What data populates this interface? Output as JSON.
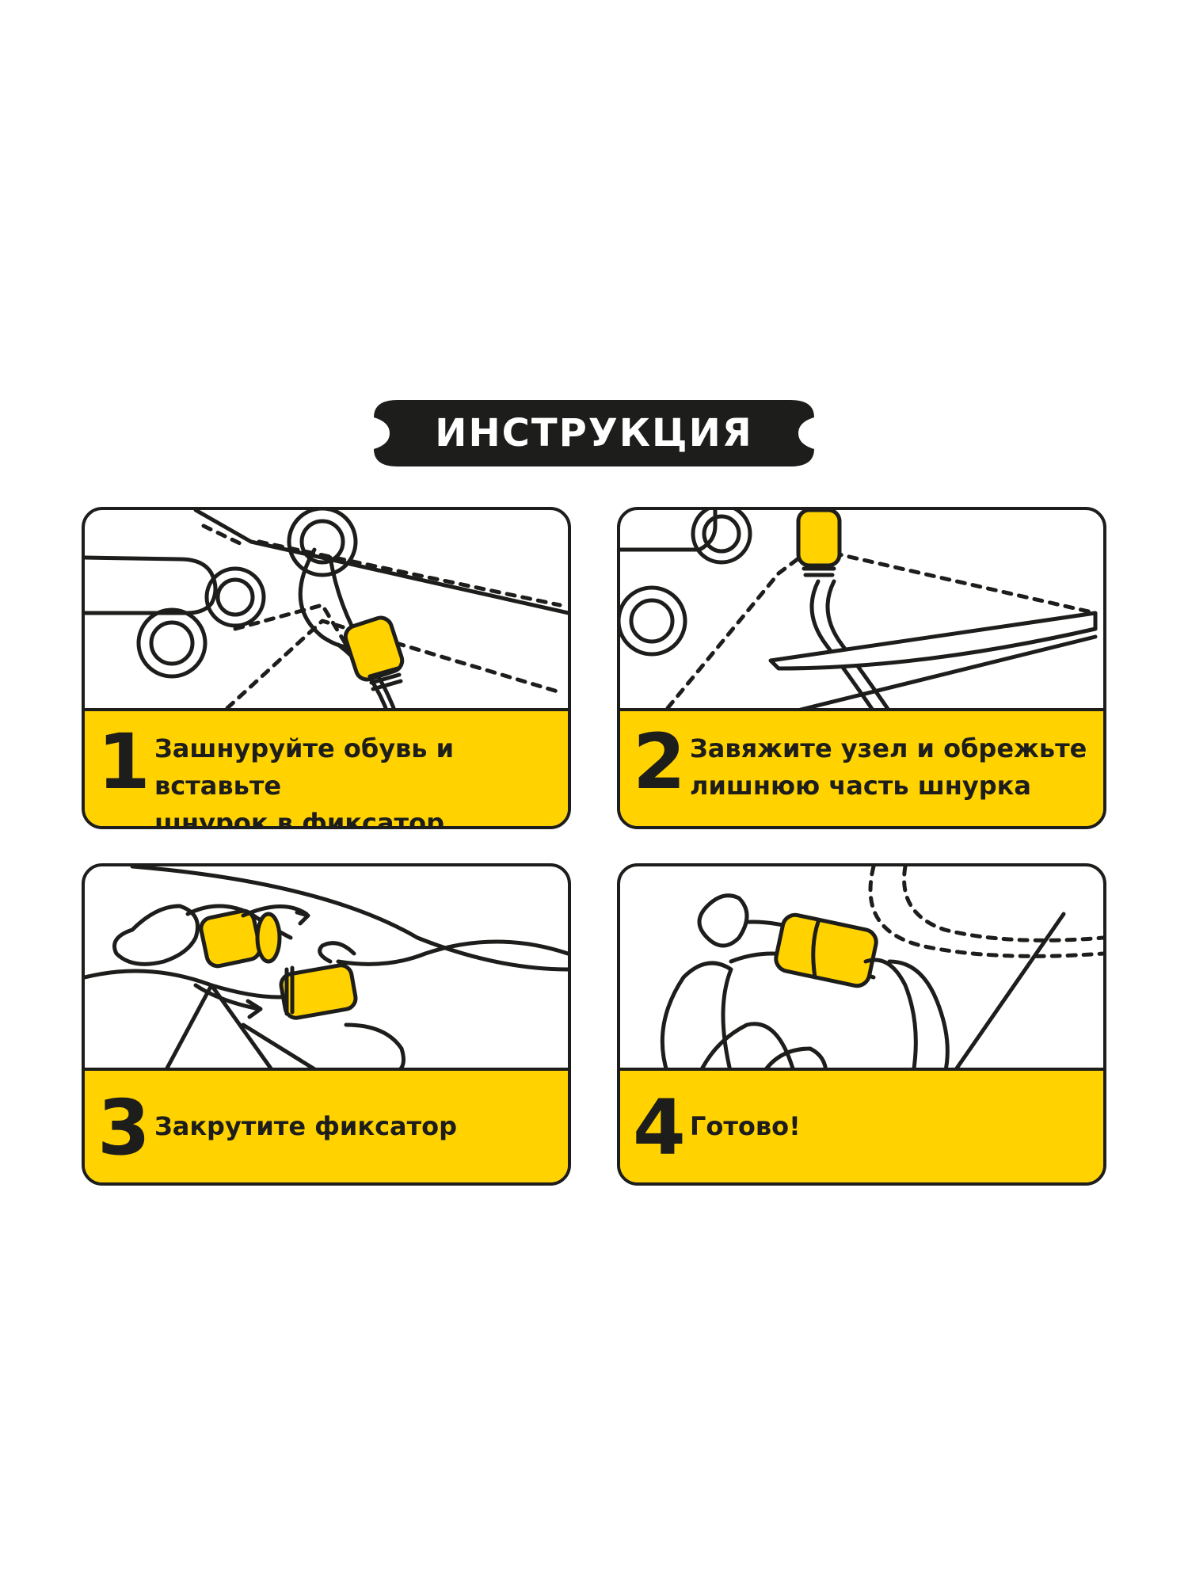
{
  "title": "ИНСТРУКЦИЯ",
  "colors": {
    "accent": "#ffd200",
    "ink": "#1d1d1b",
    "background": "#ffffff"
  },
  "steps": [
    {
      "number": "1",
      "text": "Зашнуруйте обувь и вставьте\nшнурок в фиксатор",
      "illustration": "lace-insert-into-clip"
    },
    {
      "number": "2",
      "text": "Завяжите узел и обрежьте\nлишнюю часть шнурка",
      "illustration": "cut-lace-with-scissors"
    },
    {
      "number": "3",
      "text": "Закрутите фиксатор",
      "illustration": "twist-clip-by-hand"
    },
    {
      "number": "4",
      "text": "Готово!",
      "illustration": "finished-lace-clip"
    }
  ]
}
